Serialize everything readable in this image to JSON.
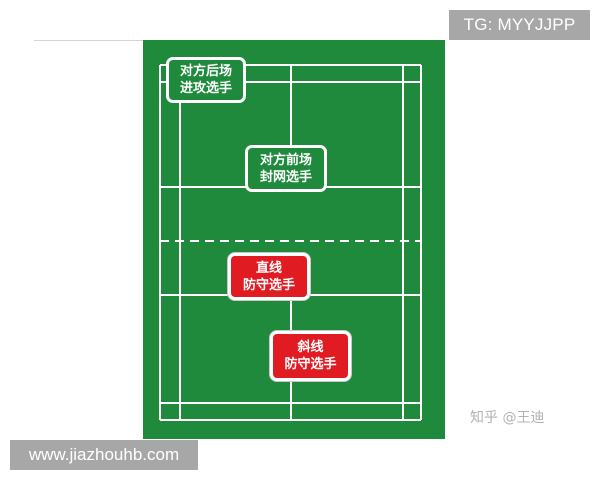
{
  "court": {
    "colors": {
      "surface": "#1f8a3c",
      "lines": "#ffffff",
      "attacker_box": "#1f8a3c",
      "defender_box": "#e11b22"
    },
    "net_style": "dashed"
  },
  "labels": {
    "rear_attacker": {
      "line1": "对方后场",
      "line2": "进攻选手"
    },
    "front_blocker": {
      "line1": "对方前场",
      "line2": "封网选手"
    },
    "straight_defender": {
      "line1": "直线",
      "line2": "防守选手"
    },
    "diagonal_defender": {
      "line1": "斜线",
      "line2": "防守选手"
    }
  },
  "watermarks": {
    "telegram": "TG: MYYJJPP",
    "url": "www.jiazhouhb.com",
    "zhihu": "知乎 @王迪"
  }
}
